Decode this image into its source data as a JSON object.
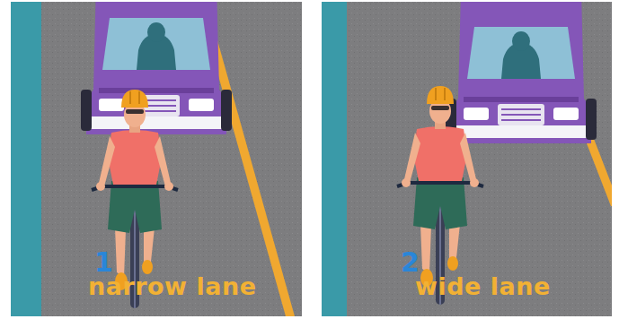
{
  "diagram": {
    "labels": [
      "1",
      "narrow lane",
      "2",
      "wide lane"
    ]
  }
}
